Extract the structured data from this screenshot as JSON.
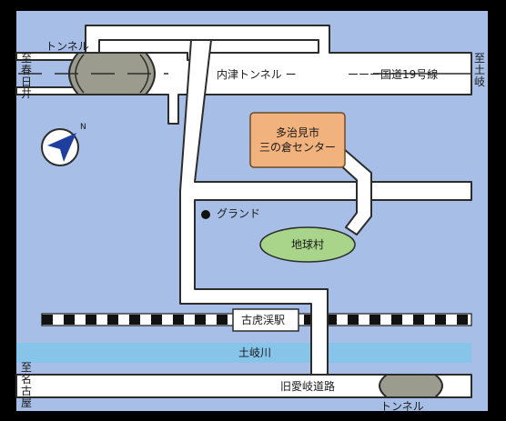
{
  "colors": {
    "background": "#a7bfe6",
    "road": "#ffffff",
    "road_edge": "#2c2c2c",
    "tunnel": "#9c9c8e",
    "river": "#86c4ea",
    "center_fill": "#f2b27e",
    "park_fill": "#a8d58a",
    "frame": "#000000"
  },
  "labels": {
    "tunnel_top": "トンネル",
    "tunnel_bottom": "トンネル",
    "utsu_tunnel": "内津トンネル ー",
    "route19": "ーーー国道19号線",
    "grand": "グランド",
    "station": "古虎渓駅",
    "river": "土岐川",
    "old_road": "旧愛岐道路",
    "center_line1": "多治見市",
    "center_line2": "三の倉センター",
    "park": "地球村",
    "to_kasugai": "至春日井",
    "to_toki": "至土岐",
    "to_nagoya": "至名古屋"
  },
  "icons": {
    "compass": "north-arrow-icon",
    "marker": "filled-circle-marker"
  }
}
